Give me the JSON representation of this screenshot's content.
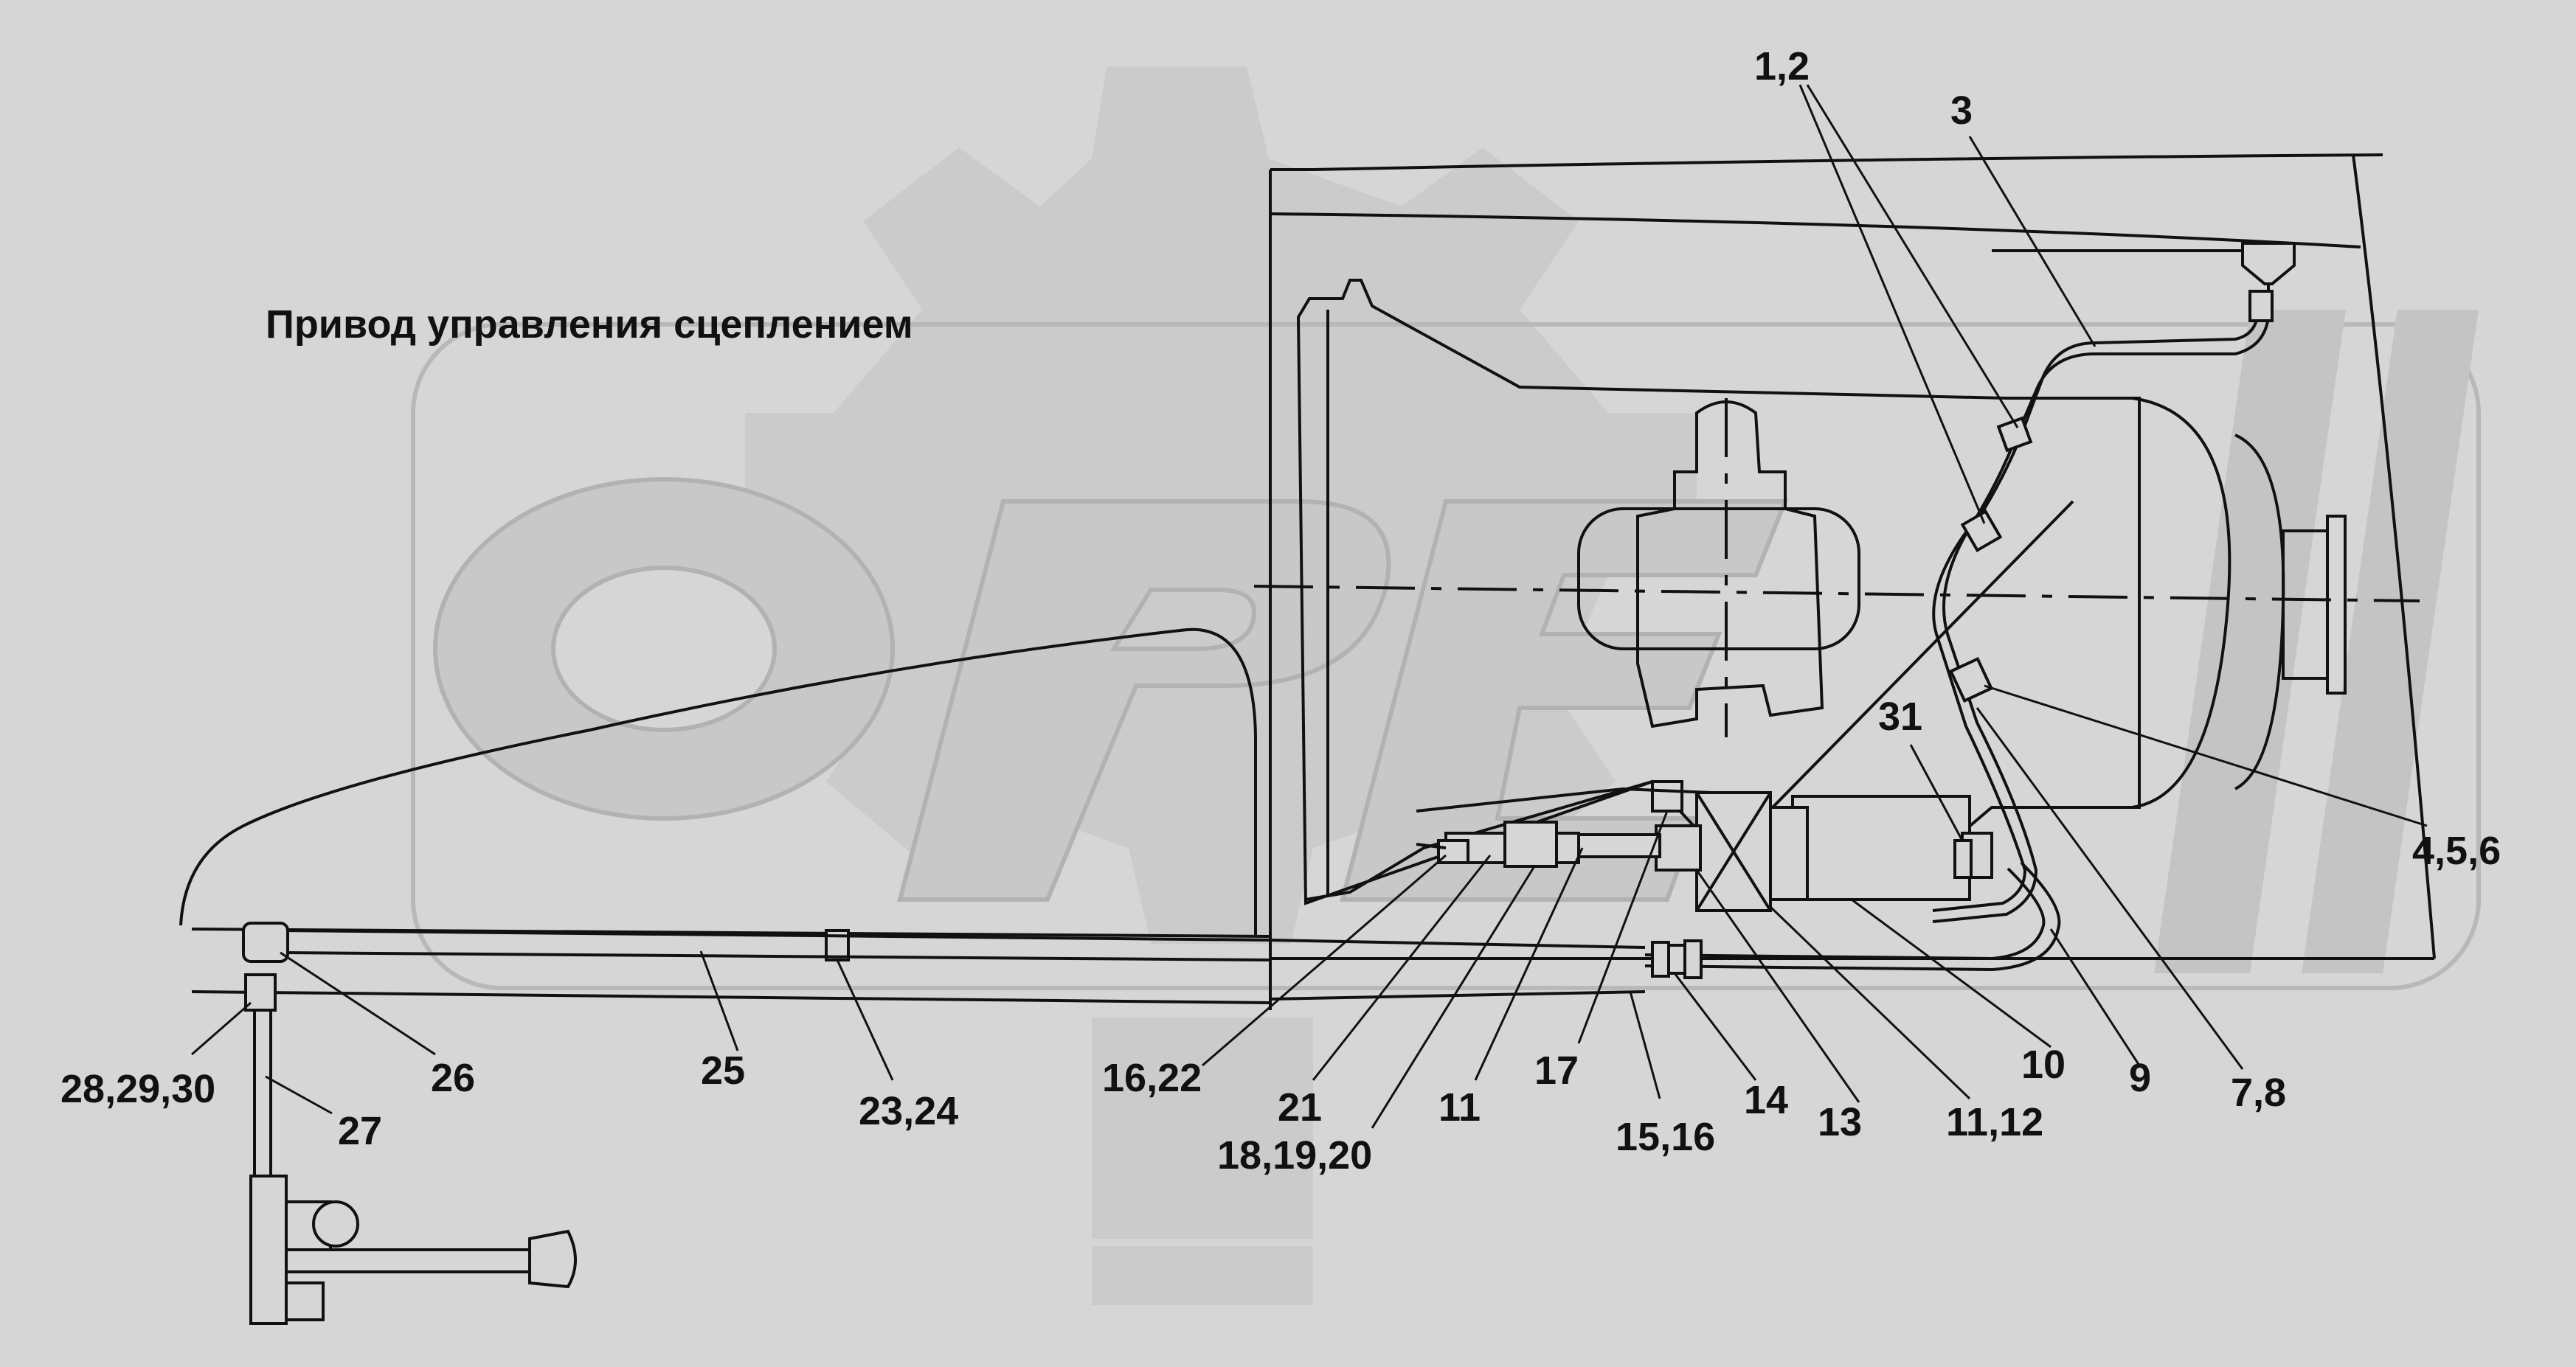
{
  "title": "Привод управления сцеплением",
  "watermark": {
    "text": "OPE",
    "fill": "#c9c9c9",
    "gear_fill": "#cbcbcb",
    "outline": "#b5b5b5"
  },
  "colors": {
    "background": "#d6d6d6",
    "ink": "#111111"
  },
  "labels": [
    {
      "id": "1-2",
      "text": "1,2"
    },
    {
      "id": "3",
      "text": "3"
    },
    {
      "id": "31",
      "text": "31"
    },
    {
      "id": "4-5-6",
      "text": "4,5,6"
    },
    {
      "id": "7-8",
      "text": "7,8"
    },
    {
      "id": "9",
      "text": "9"
    },
    {
      "id": "10",
      "text": "10"
    },
    {
      "id": "11-12",
      "text": "11,12"
    },
    {
      "id": "13",
      "text": "13"
    },
    {
      "id": "14",
      "text": "14"
    },
    {
      "id": "15-16",
      "text": "15,16"
    },
    {
      "id": "17",
      "text": "17"
    },
    {
      "id": "11",
      "text": "11"
    },
    {
      "id": "18-19-20",
      "text": "18,19,20"
    },
    {
      "id": "21",
      "text": "21"
    },
    {
      "id": "16-22",
      "text": "16,22"
    },
    {
      "id": "23-24",
      "text": "23,24"
    },
    {
      "id": "25",
      "text": "25"
    },
    {
      "id": "26",
      "text": "26"
    },
    {
      "id": "27",
      "text": "27"
    },
    {
      "id": "28-29-30",
      "text": "28,29,30"
    }
  ]
}
